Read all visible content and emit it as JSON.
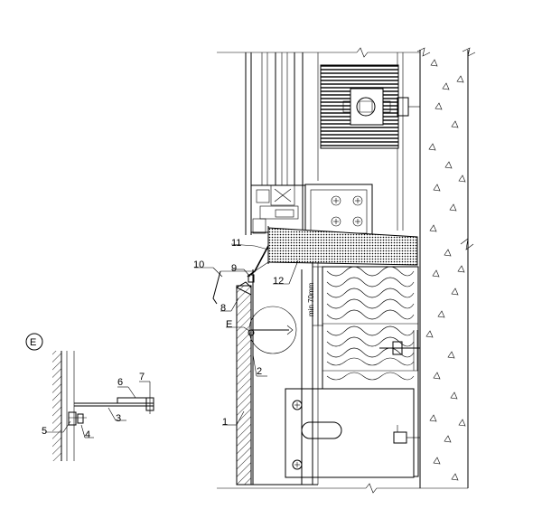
{
  "detail_marker": "E",
  "dimension_label": "min 70mm",
  "main_labels": {
    "l1": "1",
    "l2": "2",
    "l8": "8",
    "l9": "9",
    "l10": "10",
    "l11": "11",
    "l12": "12",
    "lE": "E"
  },
  "detail_labels": {
    "l3": "3",
    "l4": "4",
    "l5": "5",
    "l6": "6",
    "l7": "7"
  }
}
